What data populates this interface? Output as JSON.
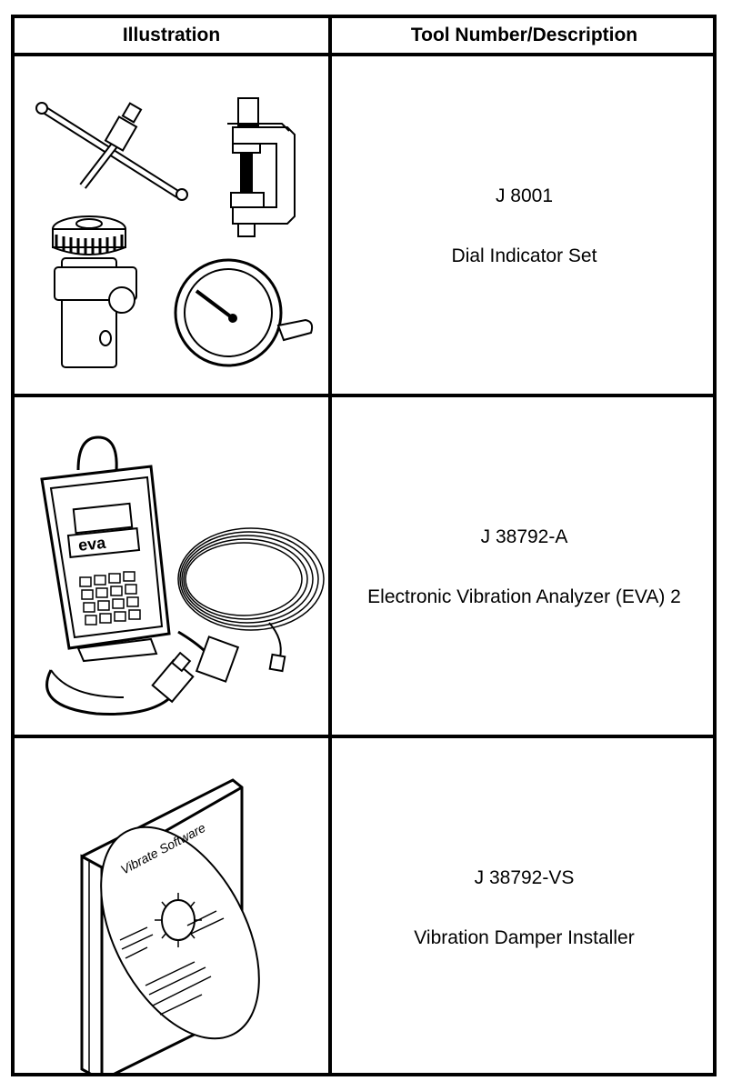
{
  "table": {
    "headers": {
      "illustration": "Illustration",
      "tool": "Tool Number/Description"
    },
    "rows": [
      {
        "tool_number": "J 8001",
        "description": "Dial Indicator Set",
        "illustration_icon": "dial-indicator-set-icon"
      },
      {
        "tool_number": "J 38792-A",
        "description": "Electronic Vibration Analyzer (EVA) 2",
        "illustration_icon": "vibration-analyzer-icon",
        "device_label": "eva"
      },
      {
        "tool_number": "J 38792-VS",
        "description": "Vibration Damper Installer",
        "illustration_icon": "software-cd-icon",
        "cd_label": "Vibrate Software"
      }
    ]
  }
}
